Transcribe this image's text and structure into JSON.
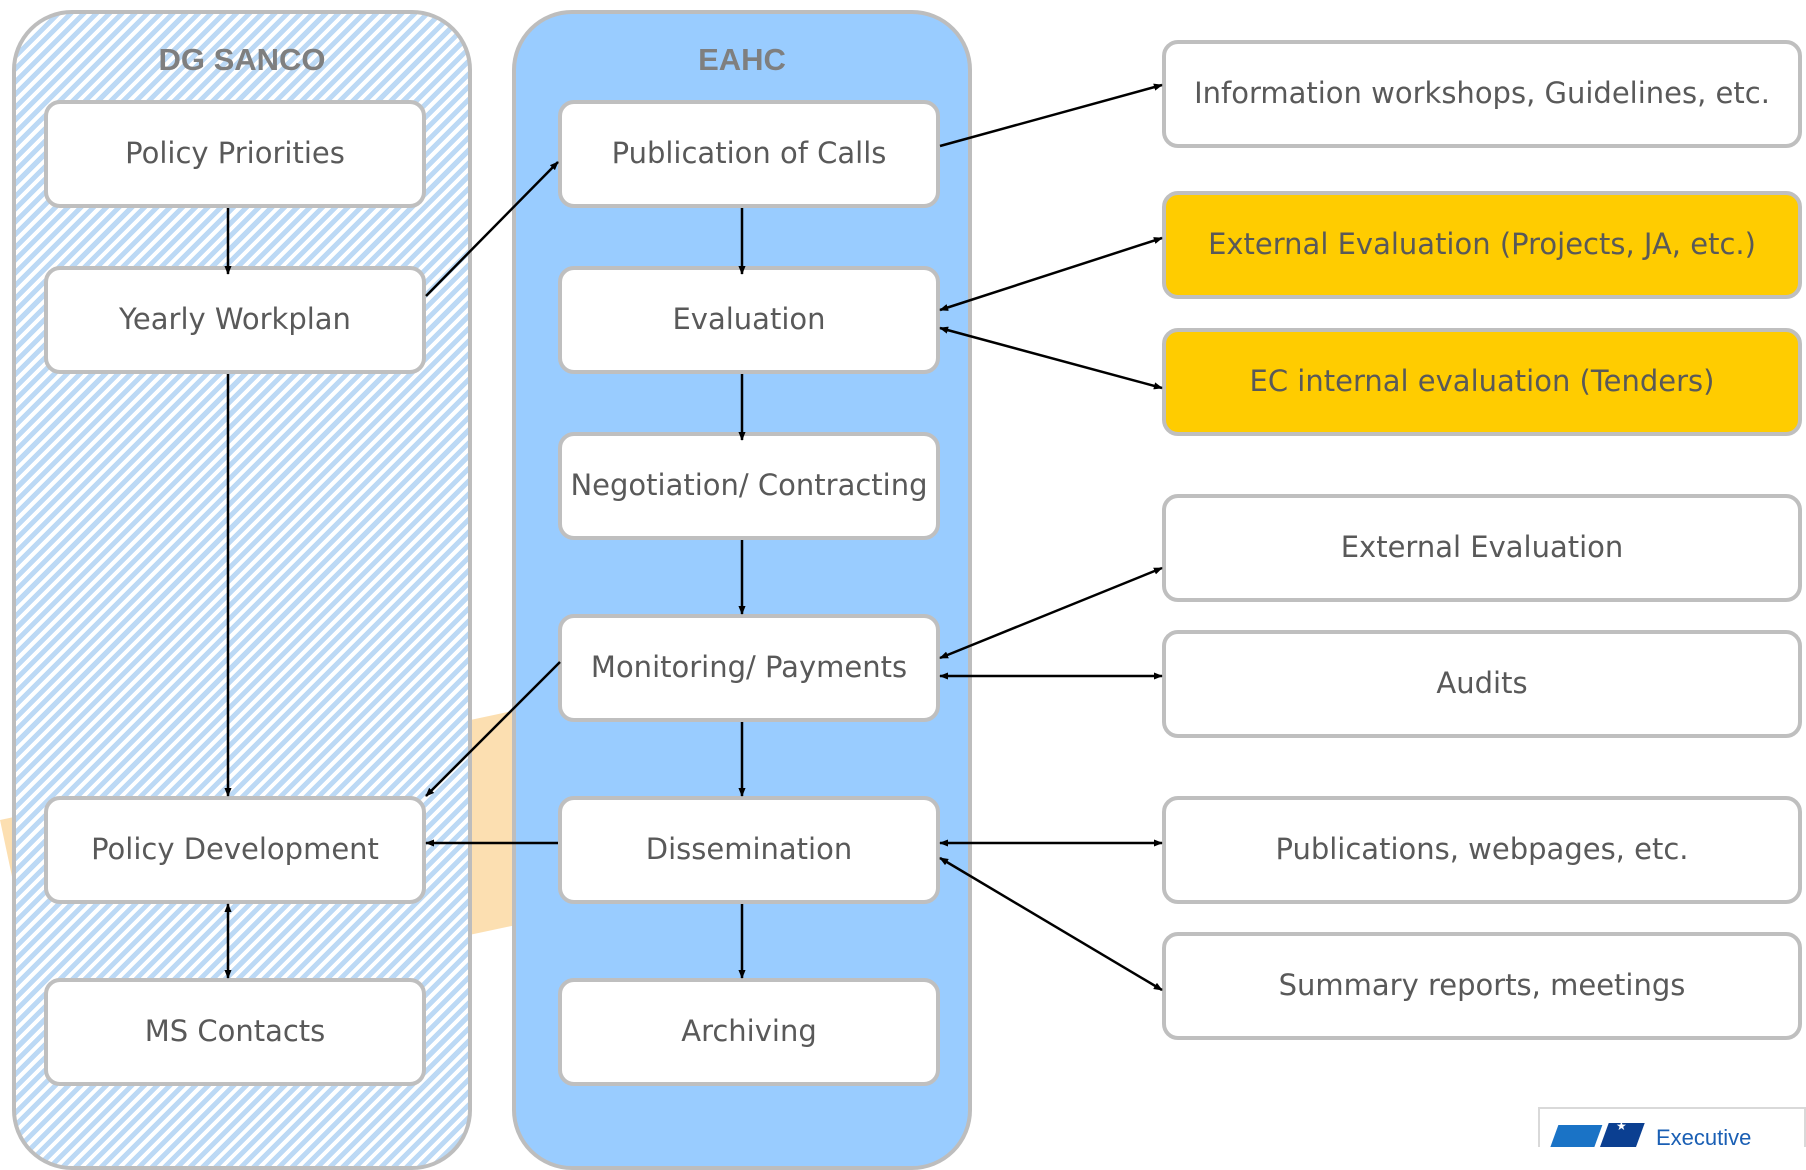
{
  "lanes": {
    "sanco": {
      "title": "DG SANCO"
    },
    "eahc": {
      "title": "EAHC"
    }
  },
  "sanco_boxes": {
    "policy_priorities": "Policy Priorities",
    "yearly_workplan": "Yearly Workplan",
    "policy_development": "Policy Development",
    "ms_contacts": "MS Contacts"
  },
  "eahc_boxes": {
    "publication_of_calls": "Publication of Calls",
    "evaluation": "Evaluation",
    "negotiation_contracting": "Negotiation/ Contracting",
    "monitoring_payments": "Monitoring/ Payments",
    "dissemination": "Dissemination",
    "archiving": "Archiving"
  },
  "external_boxes": {
    "information_workshops": "Information workshops, Guidelines, etc.",
    "external_evaluation_projects": "External Evaluation (Projects, JA, etc.)",
    "ec_internal_evaluation": "EC internal evaluation (Tenders)",
    "external_evaluation": "External Evaluation",
    "audits": "Audits",
    "publications_webpages": "Publications, webpages, etc.",
    "summary_reports": "Summary reports, meetings"
  },
  "colors": {
    "highlight": "#ffcc00",
    "eahc_lane": "#99ccff",
    "box_border": "#bfbfbf",
    "text": "#595959"
  },
  "logo": {
    "text": "Executive"
  }
}
